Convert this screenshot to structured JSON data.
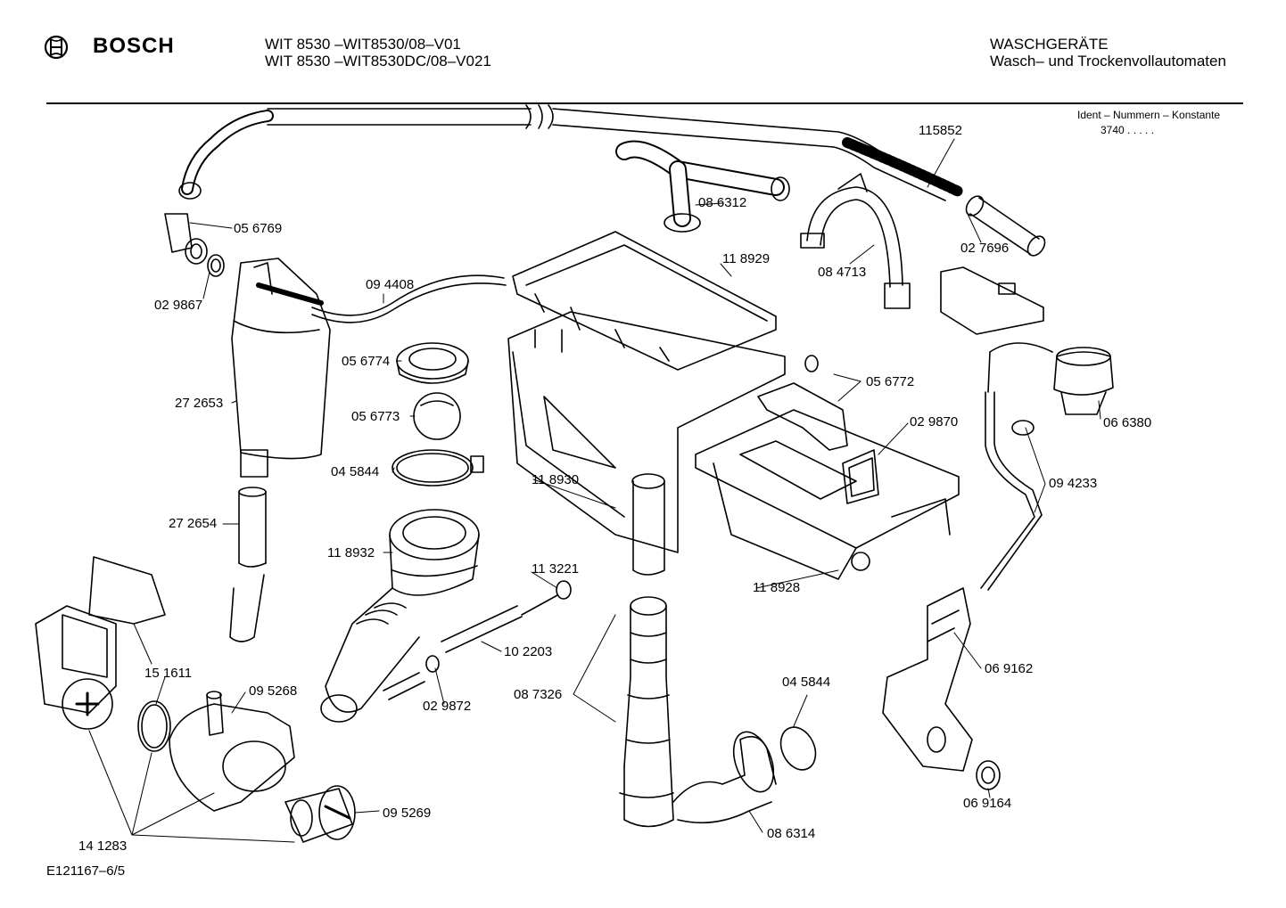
{
  "header": {
    "brand": "BOSCH",
    "models": [
      "WIT 8530 –WIT8530/08–V01",
      "WIT 8530 –WIT8530DC/08–V021"
    ],
    "category": "WASCHGERÄTE",
    "subcategory": "Wasch– und Trockenvollautomaten",
    "ident_title": "Ident – Nummern – Konstante",
    "ident_value": "3740  .  .  .  .  ."
  },
  "parts": {
    "p115852": "115852",
    "p086312": "08 6312",
    "p056769": "05 6769",
    "p029867": "02 9867",
    "p094408": "09 4408",
    "p118929": "11 8929",
    "p084713": "08 4713",
    "p027696": "02 7696",
    "p056774": "05 6774",
    "p272653": "27 2653",
    "p056773": "05 6773",
    "p056772": "05 6772",
    "p029870": "02 9870",
    "p066380": "06 6380",
    "p045844a": "04 5844",
    "p118930": "11 8930",
    "p094233": "09 4233",
    "p272654": "27 2654",
    "p118932": "11 8932",
    "p113221": "11 3221",
    "p118928": "11 8928",
    "p102203": "10 2203",
    "p151611": "15 1611",
    "p095268": "09 5268",
    "p087326": "08 7326",
    "p029872": "02 9872",
    "p045844b": "04 5844",
    "p069162": "06 9162",
    "p069164": "06 9164",
    "p095269": "09 5269",
    "p086314": "08 6314",
    "p141283": "14 1283"
  },
  "footer": {
    "drawing_id": "E121167–6/5"
  }
}
